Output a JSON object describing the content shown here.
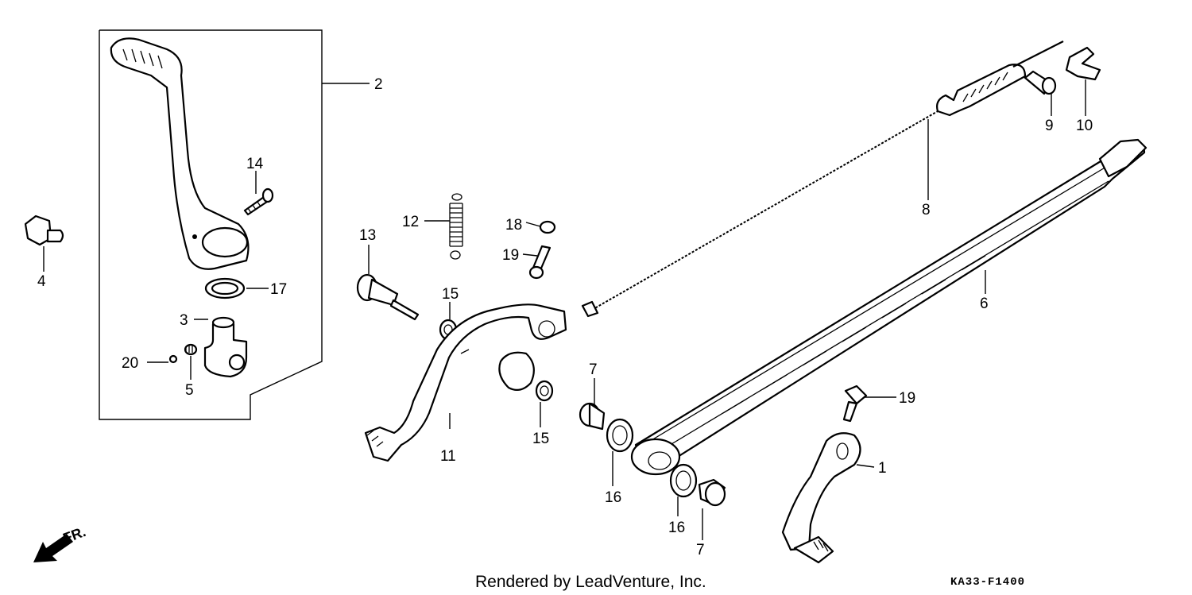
{
  "diagram": {
    "callouts": {
      "c1": "1",
      "c2": "2",
      "c3": "3",
      "c4": "4",
      "c5": "5",
      "c6": "6",
      "c7a": "7",
      "c7b": "7",
      "c8": "8",
      "c9": "9",
      "c10": "10",
      "c11": "11",
      "c12": "12",
      "c13": "13",
      "c14": "14",
      "c15a": "15",
      "c15b": "15",
      "c16a": "16",
      "c16b": "16",
      "c17": "17",
      "c18": "18",
      "c19a": "19",
      "c19b": "19",
      "c20": "20"
    },
    "direction_label": "FR.",
    "footer": "Rendered by LeadVenture, Inc.",
    "diagram_code": "KA33-F1400"
  }
}
